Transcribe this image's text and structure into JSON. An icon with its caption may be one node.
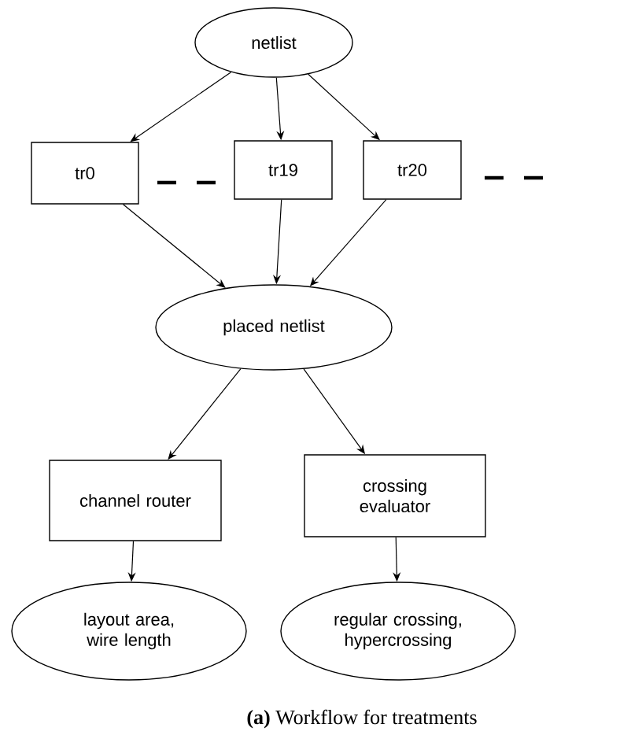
{
  "diagram": {
    "caption": "**(a)** Workflow for treatments",
    "nodes": [
      {
        "text": [
          "netlist"
        ]
      },
      {
        "text": [
          "tr0"
        ]
      },
      {
        "text": [
          "tr19"
        ]
      },
      {
        "text": [
          "tr20"
        ]
      },
      {
        "text": [
          "placed netlist"
        ]
      },
      {
        "text": [
          "channel router"
        ]
      },
      {
        "text": [
          "crossing evaluator"
        ]
      },
      {
        "text": [
          "layout area, wire length"
        ]
      },
      {
        "text": [
          "regular crossing, hypercrossing"
        ]
      }
    ],
    "edges": [
      {
        "from": 0,
        "to": 1,
        "arrow": "to"
      },
      {
        "from": 0,
        "to": 2,
        "arrow": "to"
      },
      {
        "from": 0,
        "to": 3,
        "arrow": "to"
      },
      {
        "from": 1,
        "to": 4,
        "arrow": "to"
      },
      {
        "from": 2,
        "to": 4,
        "arrow": "to"
      },
      {
        "from": 3,
        "to": 4,
        "arrow": "to"
      },
      {
        "from": 4,
        "to": 5,
        "arrow": "to"
      },
      {
        "from": 4,
        "to": 6,
        "arrow": "to"
      },
      {
        "from": 5,
        "to": 7,
        "arrow": "to"
      },
      {
        "from": 6,
        "to": 8,
        "arrow": "to"
      }
    ]
  }
}
